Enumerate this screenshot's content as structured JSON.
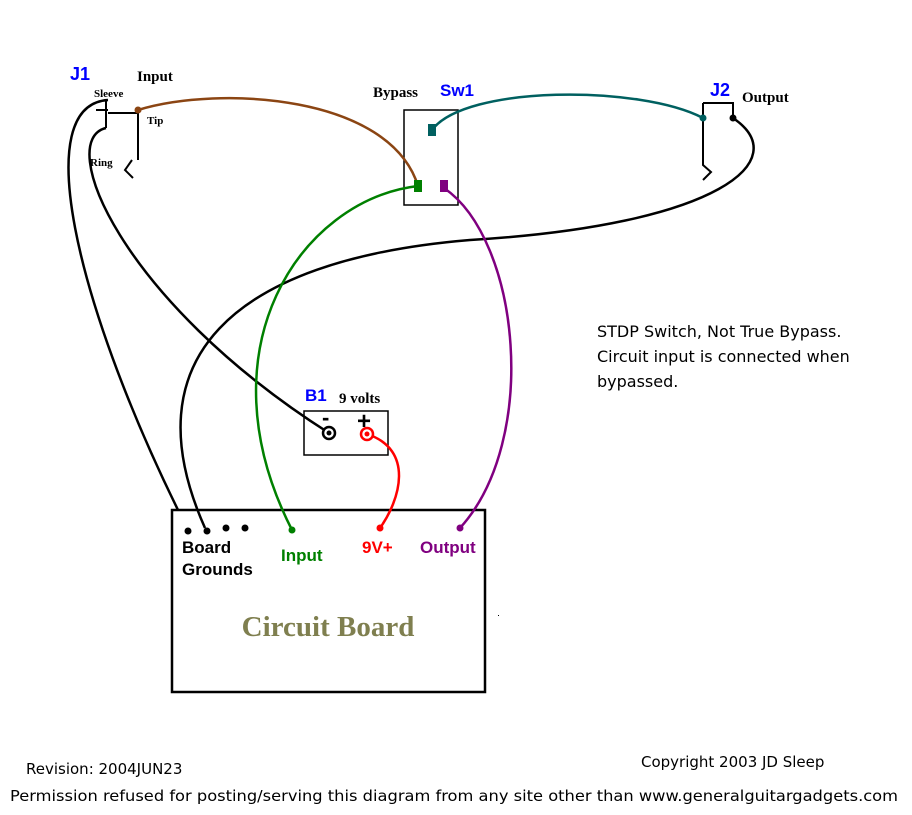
{
  "colors": {
    "black": "#000000",
    "blue": "#0000ff",
    "brown": "#8b4513",
    "teal": "#006060",
    "green": "#008000",
    "purple": "#800080",
    "red": "#ff0000",
    "olive": "#7f7f4f"
  },
  "j1": {
    "id": "J1",
    "title": "Input",
    "sleeve": "Sleeve",
    "tip": "Tip",
    "ring": "Ring"
  },
  "sw1": {
    "name": "Bypass",
    "id": "Sw1"
  },
  "j2": {
    "id": "J2",
    "title": "Output"
  },
  "b1": {
    "id": "B1",
    "voltage": "9 volts",
    "minus": "-",
    "plus": "+"
  },
  "note": {
    "line1": "STDP Switch, Not True Bypass.",
    "line2": "Circuit input is connected when",
    "line3": "bypassed."
  },
  "board": {
    "title": "Circuit Board",
    "grounds_line1": "Board",
    "grounds_line2": "Grounds",
    "input": "Input",
    "v9": "9V+",
    "output": "Output"
  },
  "footer": {
    "revision": "Revision:  2004JUN23",
    "copyright": "Copyright 2003   JD Sleep",
    "permission": "Permission refused for posting/serving this diagram from any site other than www.generalguitargadgets.com"
  }
}
